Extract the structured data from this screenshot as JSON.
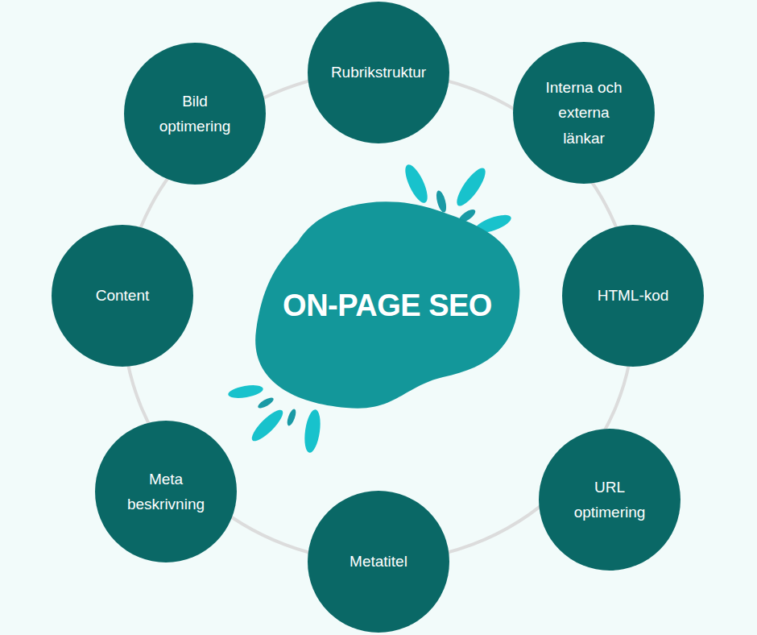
{
  "diagram": {
    "nodes": [
      {
        "text": [
          "ON-PAGE SEO"
        ]
      },
      {
        "text": [
          "Rubrikstruktur"
        ]
      },
      {
        "text": [
          "Interna och externa länkar"
        ]
      },
      {
        "text": [
          "HTML-kod"
        ]
      },
      {
        "text": [
          "URL optimering"
        ]
      },
      {
        "text": [
          "Metatitel"
        ]
      },
      {
        "text": [
          "Meta beskrivning"
        ]
      },
      {
        "text": [
          "Content"
        ]
      },
      {
        "text": [
          "Bild optimering"
        ]
      }
    ]
  }
}
